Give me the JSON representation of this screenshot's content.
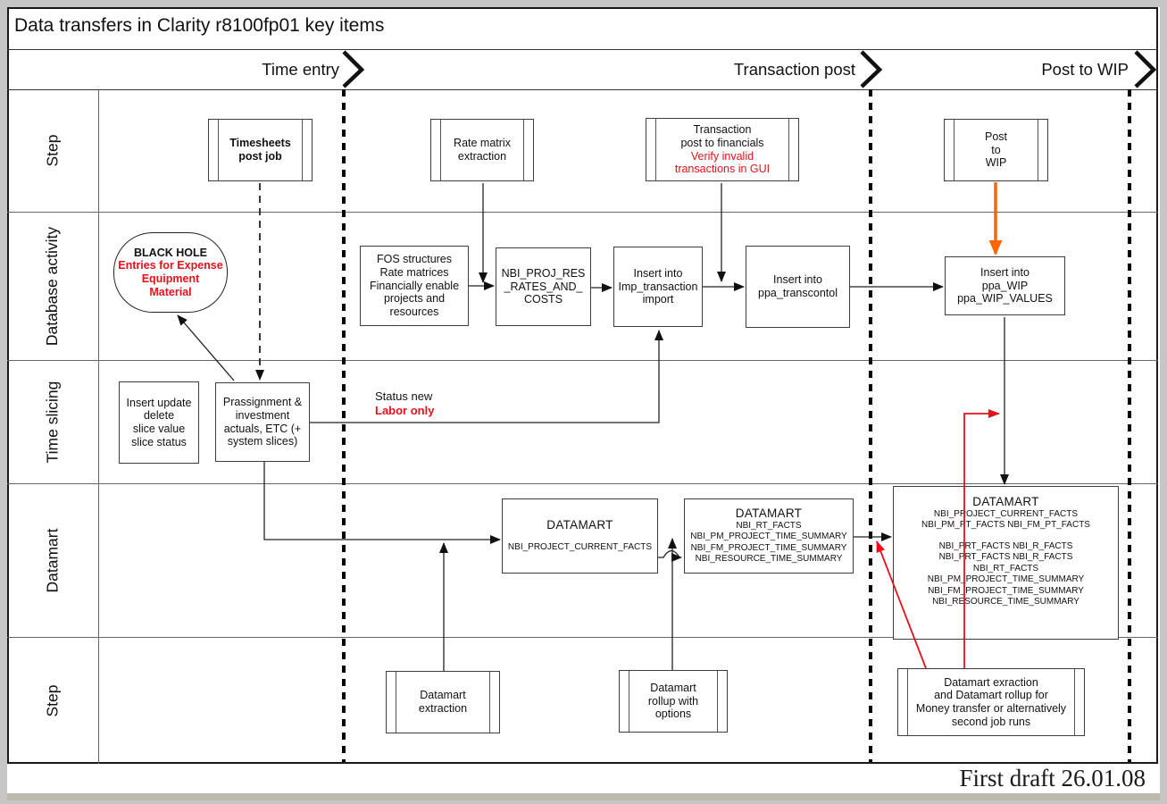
{
  "title": "Data transfers in Clarity r8100fp01 key items",
  "footer": "First draft 26.01.08",
  "phases": [
    "Time entry",
    "Transaction post",
    "Post to WIP"
  ],
  "lanes": [
    "Step",
    "Database activity",
    "Time slicing",
    "Datamart",
    "Step"
  ],
  "colors": {
    "red": "#e8111a",
    "orange": "#ff6600",
    "line": "#222222"
  },
  "notes": {
    "status_black": "Status new",
    "status_red": "Labor only"
  },
  "nodes": {
    "timesheets": {
      "lines": [
        "Timesheets",
        "post job"
      ]
    },
    "rate_matrix": {
      "lines": [
        "Rate matrix",
        "extraction"
      ]
    },
    "transaction_post": {
      "black": [
        "Transaction",
        "post to financials"
      ],
      "red": [
        "Verify invalid",
        "transactions in GUI"
      ]
    },
    "post_to_wip": {
      "lines": [
        "Post",
        "to",
        "WIP"
      ]
    },
    "black_hole": {
      "title": "BLACK HOLE",
      "red": [
        "Entries for Expense",
        "Equipment",
        "Material"
      ]
    },
    "fos": {
      "lines": [
        "FOS structures",
        "Rate matrices",
        "Financially enable",
        "projects and",
        "resources"
      ]
    },
    "nbi_proj_res": {
      "lines": [
        "NBI_PROJ_RES",
        "_RATES_AND_",
        "COSTS"
      ]
    },
    "imp_transaction": {
      "lines": [
        "Insert into",
        "Imp_transaction",
        "import"
      ]
    },
    "ppa_transcontol": {
      "lines": [
        "Insert into",
        "ppa_transcontol"
      ]
    },
    "ppa_wip": {
      "lines": [
        "Insert into",
        "ppa_WIP",
        "ppa_WIP_VALUES"
      ]
    },
    "slice": {
      "lines": [
        "Insert update",
        "delete",
        "slice value",
        "slice status"
      ]
    },
    "prassignment": {
      "lines": [
        "Prassignment &",
        "investment",
        "actuals, ETC (+",
        "system slices)"
      ]
    },
    "datamart_current": {
      "title": "DATAMART",
      "lines": [
        "NBI_PROJECT_CURRENT_FACTS"
      ]
    },
    "datamart_summary": {
      "title": "DATAMART",
      "lines": [
        "NBI_RT_FACTS",
        "NBI_PM_PROJECT_TIME_SUMMARY",
        "NBI_FM_PROJECT_TIME_SUMMARY",
        "NBI_RESOURCE_TIME_SUMMARY"
      ]
    },
    "datamart_big": {
      "title": "DATAMART",
      "group1": [
        "NBI_PROJECT_CURRENT_FACTS",
        "NBI_PM_PT_FACTS NBI_FM_PT_FACTS"
      ],
      "group2": [
        "NBI_PRT_FACTS NBI_R_FACTS",
        "NBI_PRT_FACTS NBI_R_FACTS",
        "NBI_RT_FACTS",
        "NBI_PM_PROJECT_TIME_SUMMARY",
        "NBI_FM_PROJECT_TIME_SUMMARY",
        "NBI_RESOURCE_TIME_SUMMARY"
      ]
    },
    "datamart_extraction": {
      "lines": [
        "Datamart",
        "extraction"
      ]
    },
    "datamart_rollup": {
      "lines": [
        "Datamart",
        "rollup with",
        "options"
      ]
    },
    "datamart_exaction": {
      "lines": [
        "Datamart exraction",
        "and Datamart rollup  for",
        "Money transfer or alternatively",
        "second job runs"
      ]
    }
  }
}
